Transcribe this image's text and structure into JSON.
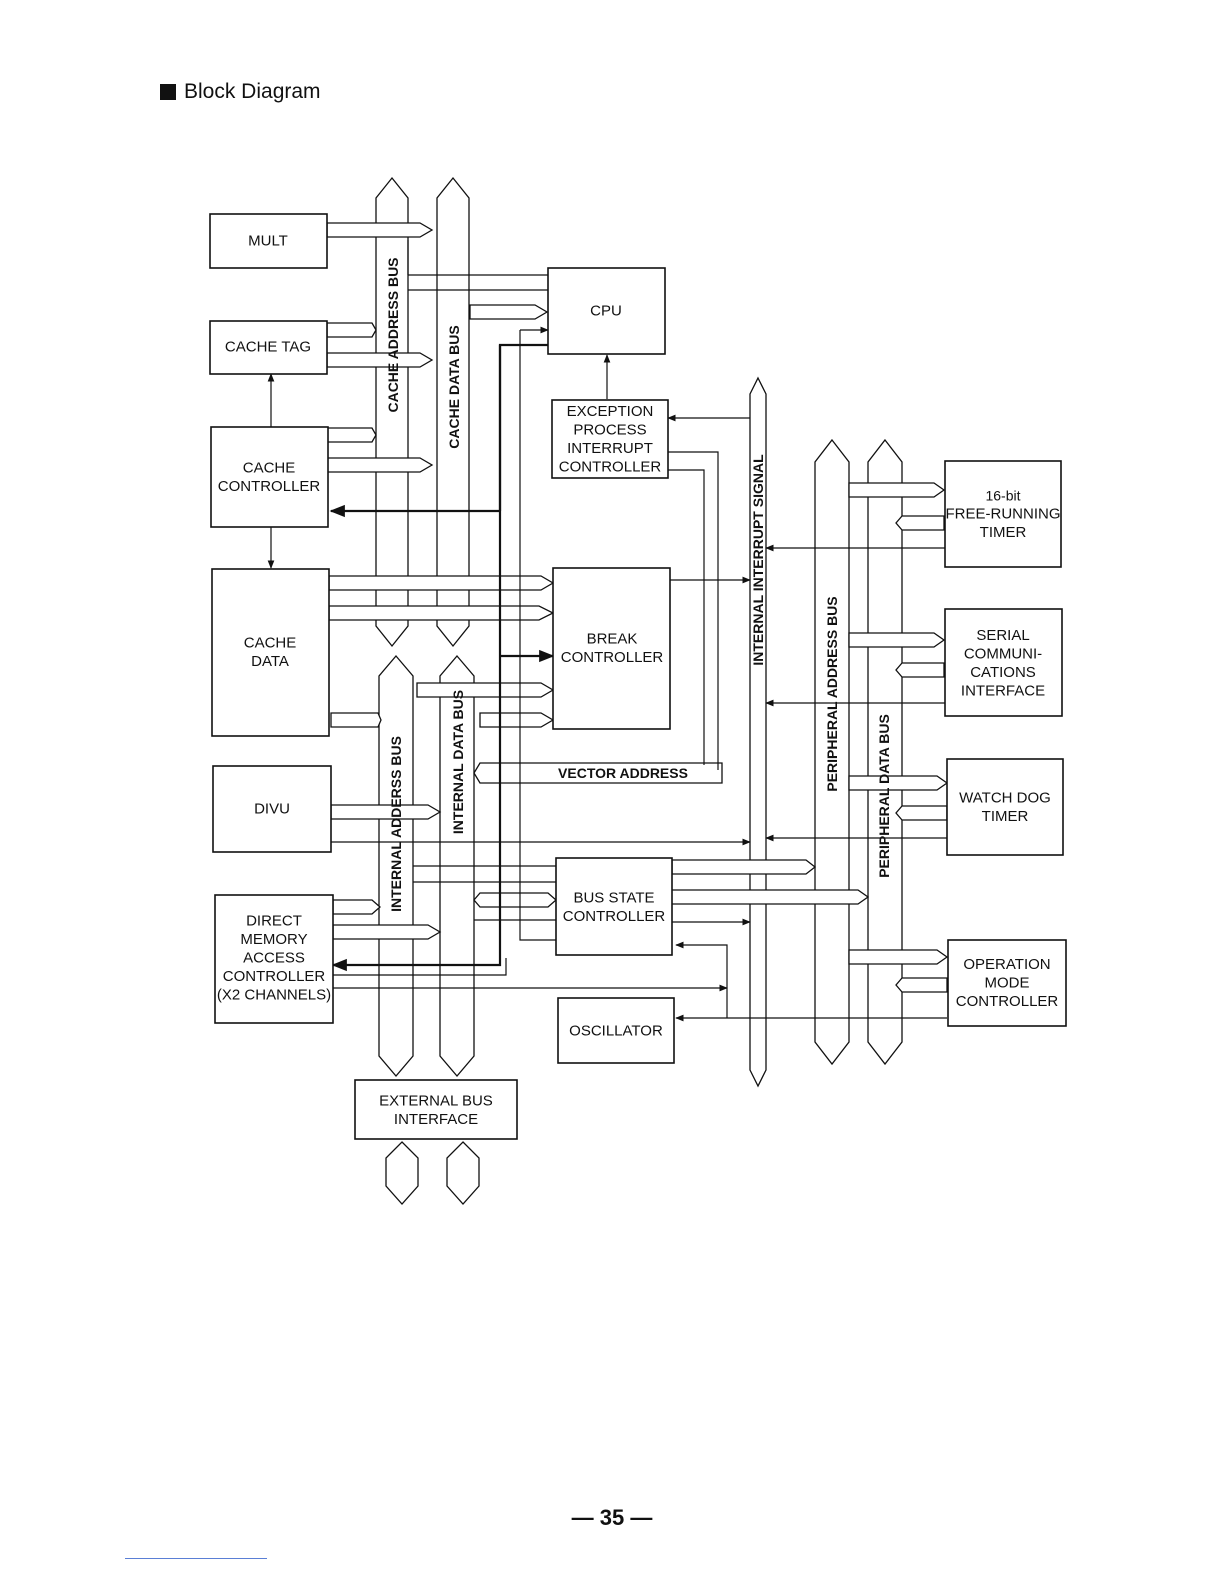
{
  "heading": {
    "bullet_icon": "black-square-icon",
    "title": "Block Diagram"
  },
  "blocks": {
    "mult": [
      "MULT"
    ],
    "cache_tag": [
      "CACHE TAG"
    ],
    "cache_controller": [
      "CACHE",
      "CONTROLLER"
    ],
    "cache_data": [
      "CACHE",
      "DATA"
    ],
    "divu": [
      "DIVU"
    ],
    "dmac": [
      "DIRECT",
      "MEMORY",
      "ACCESS",
      "CONTROLLER",
      "(X2 CHANNELS)"
    ],
    "cpu": [
      "CPU"
    ],
    "exception": [
      "EXCEPTION",
      "PROCESS",
      "INTERRUPT",
      "CONTROLLER"
    ],
    "break_ctrl": [
      "BREAK",
      "CONTROLLER"
    ],
    "bus_state": [
      "BUS STATE",
      "CONTROLLER"
    ],
    "oscillator": [
      "OSCILLATOR"
    ],
    "external_bus": [
      "EXTERNAL BUS",
      "INTERFACE"
    ],
    "frt": [
      "16-bit",
      "FREE-RUNNING",
      "TIMER"
    ],
    "sci": [
      "SERIAL",
      "COMMUNI-",
      "CATIONS",
      "INTERFACE"
    ],
    "wdt": [
      "WATCH DOG",
      "TIMER"
    ],
    "opmode": [
      "OPERATION",
      "MODE",
      "CONTROLLER"
    ]
  },
  "buses": {
    "cache_address": "CACHE ADDRESS BUS",
    "cache_data": "CACHE DATA BUS",
    "internal_address": "INTERNAL ADDERSS BUS",
    "internal_data": "INTERNAL DATA BUS",
    "internal_interrupt": "INTERNAL INTERRUPT SIGNAL",
    "peripheral_address": "PERIPHERAL  ADDRESS BUS",
    "peripheral_data": "PERIPHERAL  DATA BUS",
    "vector_address": "VECTOR ADDRESS"
  },
  "page_number": "— 35 —"
}
